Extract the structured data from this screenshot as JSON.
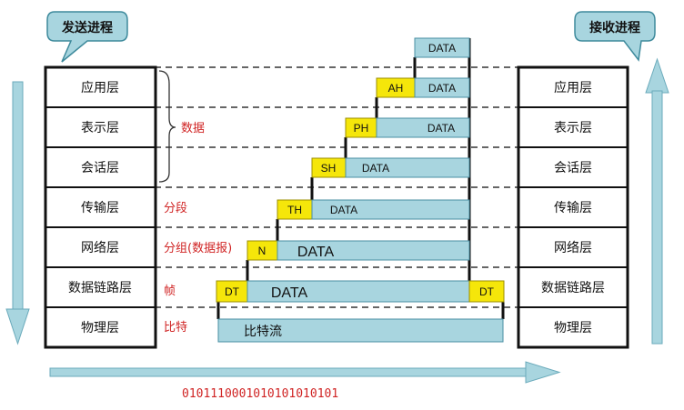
{
  "sender": {
    "title": "发送进程"
  },
  "receiver": {
    "title": "接收进程"
  },
  "layers": [
    "应用层",
    "表示层",
    "会话层",
    "传输层",
    "网络层",
    "数据链路层",
    "物理层"
  ],
  "pdu_names": {
    "data": "数据",
    "segment": "分段",
    "packet": "分组(数据报)",
    "frame": "帧",
    "bits": "比特"
  },
  "headers": {
    "app": "AH",
    "presentation": "PH",
    "session": "SH",
    "transport": "TH",
    "network": "N",
    "datalink": "DT",
    "trailer": "DT"
  },
  "payload_label": "DATA",
  "bitstream_label": "比特流",
  "bit_sequence": "0101110001010101010101",
  "colors": {
    "header_fill": "#f5e60a",
    "payload_fill": "#a8d5df",
    "payload_border": "#4a8fa3",
    "bubble_fill": "#a8d5df",
    "arrow_fill": "#a8d5df",
    "accent_red": "#d02424"
  }
}
